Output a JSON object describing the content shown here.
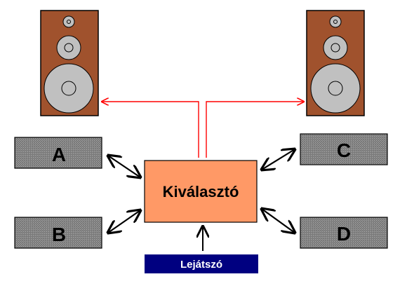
{
  "diagram": {
    "selector_label": "Kiválasztó",
    "player_label": "Lejátszó",
    "source_a": "A",
    "source_b": "B",
    "source_c": "C",
    "source_d": "D"
  },
  "colors": {
    "speaker_cabinet": "#A0522D",
    "speaker_cone": "#C0C0C0",
    "selector_fill": "#FF9966",
    "player_fill": "#000080",
    "source_box": "#808080",
    "signal_line": "#FF0000"
  }
}
